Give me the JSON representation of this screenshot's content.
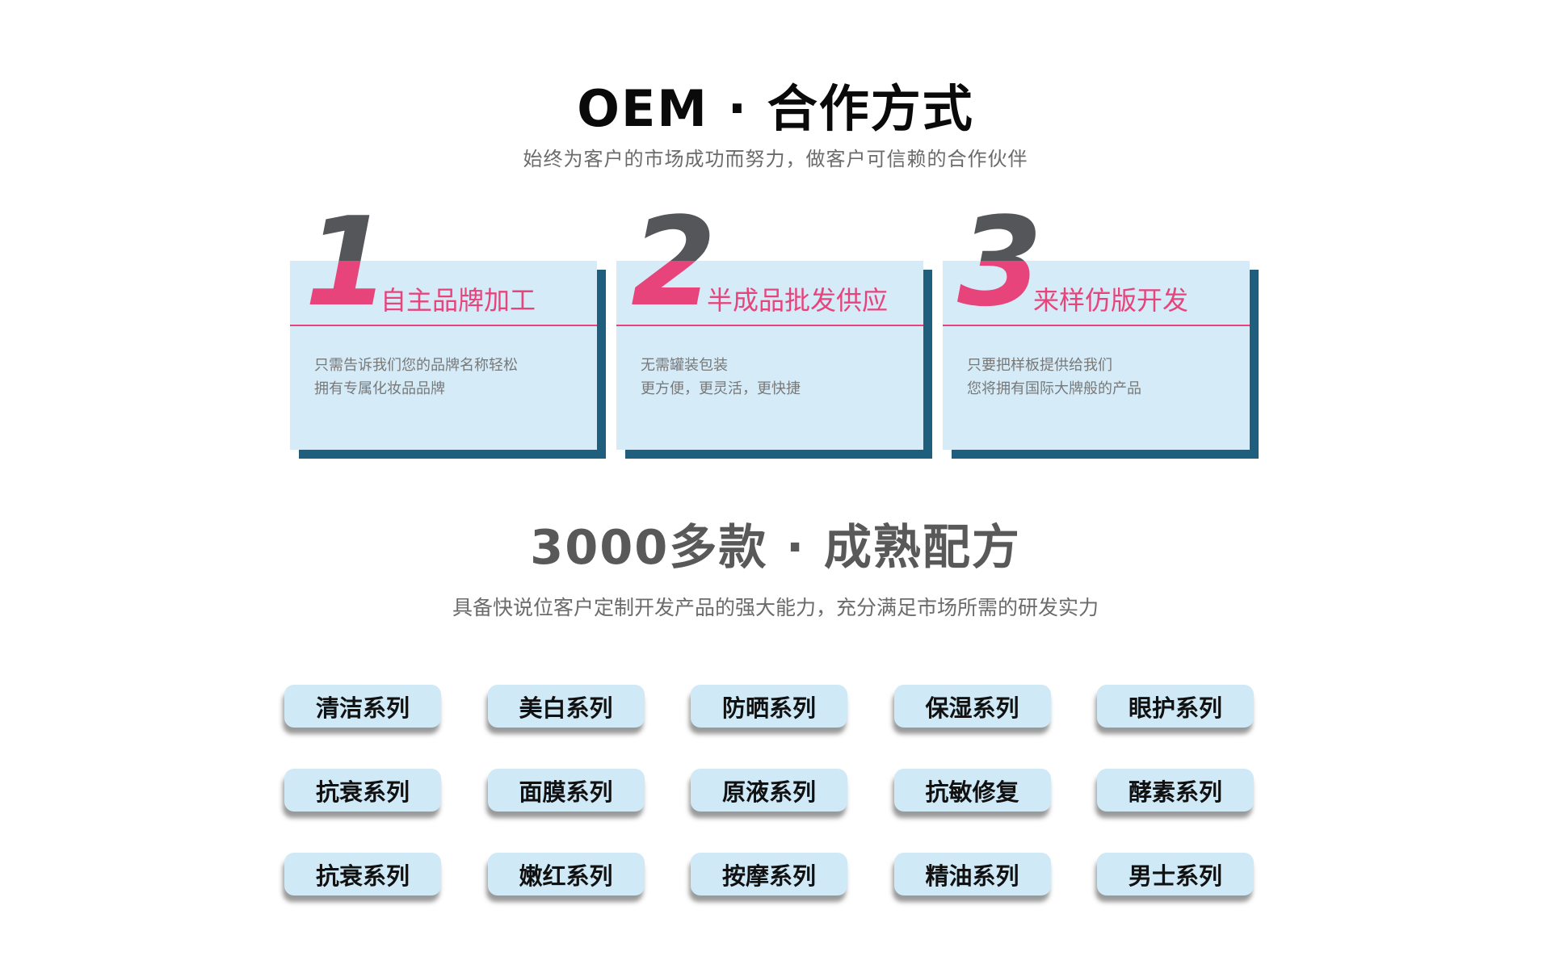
{
  "header": {
    "title": "OEM · 合作方式",
    "subtitle": "始终为客户的市场成功而努力，做客户可信赖的合作伙伴"
  },
  "cards": [
    {
      "number": "1",
      "title": "自主品牌加工",
      "line1": "只需告诉我们您的品牌名称轻松",
      "line2": "拥有专属化妆品品牌"
    },
    {
      "number": "2",
      "title": "半成品批发供应",
      "line1": "无需罐装包装",
      "line2": "更方便，更灵活，更快捷"
    },
    {
      "number": "3",
      "title": "来样仿版开发",
      "line1": "只要把样板提供给我们",
      "line2": "您将拥有国际大牌般的产品"
    }
  ],
  "formulas": {
    "title": "3000多款 · 成熟配方",
    "subtitle": "具备快说位客户定制开发产品的强大能力，充分满足市场所需的研发实力",
    "rows": [
      [
        "清洁系列",
        "美白系列",
        "防晒系列",
        "保湿系列",
        "眼护系列"
      ],
      [
        "抗衰系列",
        "面膜系列",
        "原液系列",
        "抗敏修复",
        "酵素系列"
      ],
      [
        "抗衰系列",
        "嫩红系列",
        "按摩系列",
        "精油系列",
        "男士系列"
      ]
    ]
  },
  "colors": {
    "accent_pink": "#e8447c",
    "card_blue": "#d5ecf8",
    "chip_blue": "#cfe9f7",
    "shadow_teal": "#1f5e7c",
    "number_gray": "#54565a",
    "heading_gray": "#595959",
    "body_gray": "#787878"
  }
}
